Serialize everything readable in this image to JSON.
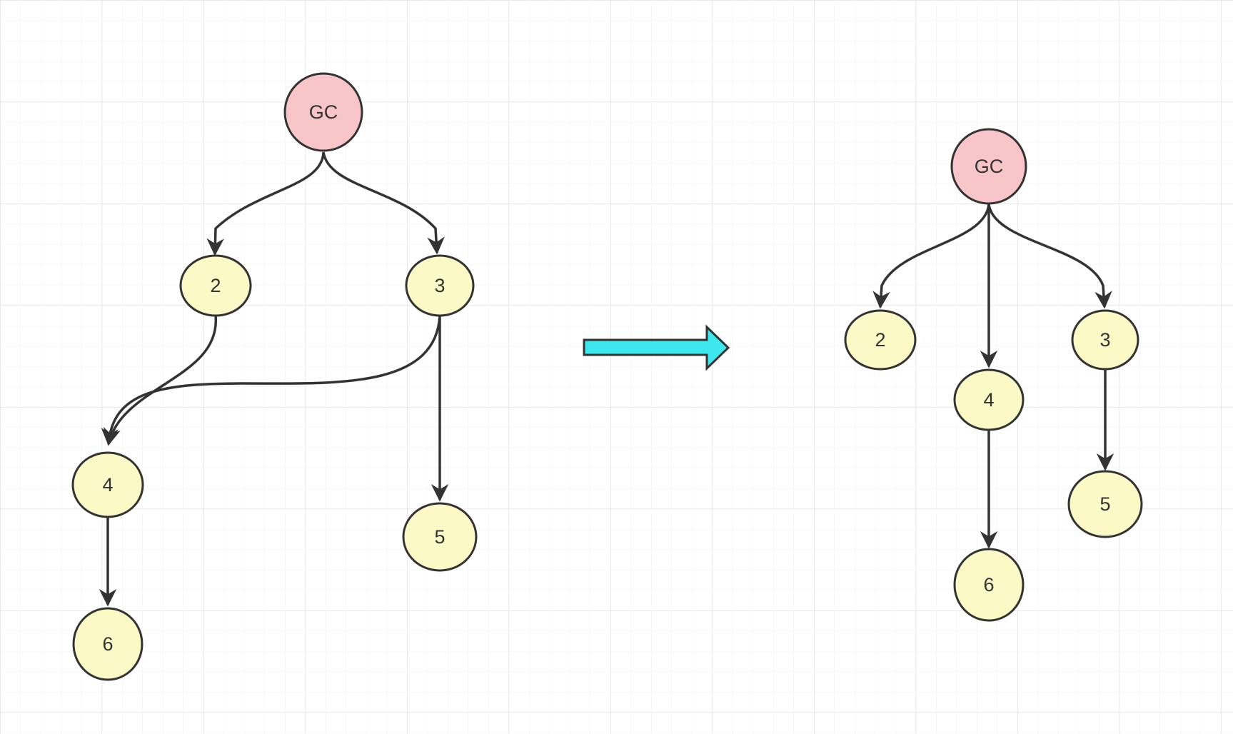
{
  "colors": {
    "gc_fill": "#f8c5c8",
    "node_fill": "#fbf9c6",
    "stroke": "#333333",
    "transition_arrow_fill": "#3ee6ee",
    "grid_minor": "#f0f0f0",
    "grid_major": "#e2e2e2"
  },
  "before": {
    "nodes": [
      {
        "id": "gc",
        "label": "GC",
        "type": "root"
      },
      {
        "id": "n2",
        "label": "2",
        "type": "object"
      },
      {
        "id": "n3",
        "label": "3",
        "type": "object"
      },
      {
        "id": "n4",
        "label": "4",
        "type": "object"
      },
      {
        "id": "n5",
        "label": "5",
        "type": "object"
      },
      {
        "id": "n6",
        "label": "6",
        "type": "object"
      }
    ],
    "edges": [
      {
        "from": "gc",
        "to": "n2"
      },
      {
        "from": "gc",
        "to": "n3"
      },
      {
        "from": "n2",
        "to": "n4"
      },
      {
        "from": "n3",
        "to": "n4"
      },
      {
        "from": "n3",
        "to": "n5"
      },
      {
        "from": "n4",
        "to": "n6"
      }
    ]
  },
  "after": {
    "nodes": [
      {
        "id": "gc",
        "label": "GC",
        "type": "root"
      },
      {
        "id": "n2",
        "label": "2",
        "type": "object"
      },
      {
        "id": "n4",
        "label": "4",
        "type": "object"
      },
      {
        "id": "n3",
        "label": "3",
        "type": "object"
      },
      {
        "id": "n5",
        "label": "5",
        "type": "object"
      },
      {
        "id": "n6",
        "label": "6",
        "type": "object"
      }
    ],
    "edges": [
      {
        "from": "gc",
        "to": "n2"
      },
      {
        "from": "gc",
        "to": "n4"
      },
      {
        "from": "gc",
        "to": "n3"
      },
      {
        "from": "n3",
        "to": "n5"
      },
      {
        "from": "n4",
        "to": "n6"
      }
    ]
  }
}
